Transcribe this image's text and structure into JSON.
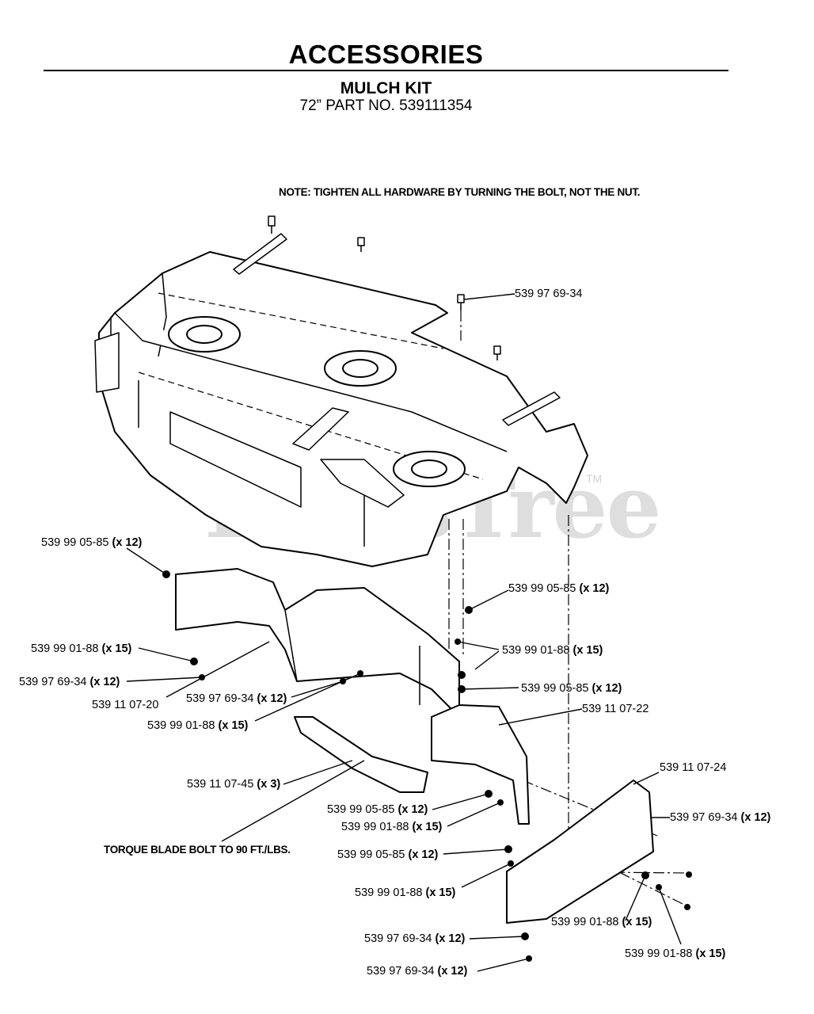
{
  "header": {
    "title": "ACCESSORIES",
    "subtitle": "MULCH KIT",
    "part_no": "72” PART NO. 539111354"
  },
  "note": "NOTE: TIGHTEN ALL HARDWARE BY TURNING THE BOLT, NOT THE NUT.",
  "torque_note": "TORQUE BLADE BOLT TO 90 FT./LBS.",
  "watermark": {
    "text": "PartsTree",
    "tm": "TM"
  },
  "callouts": [
    {
      "id": "c1",
      "part": "539 97 69-34",
      "qty": ""
    },
    {
      "id": "c2",
      "part": "539 99 05-85",
      "qty": "(x 12)"
    },
    {
      "id": "c3",
      "part": "539 99 05-85",
      "qty": "(x 12)"
    },
    {
      "id": "c4",
      "part": "539 99 01-88",
      "qty": "(x 15)"
    },
    {
      "id": "c5",
      "part": "539 99 01-88",
      "qty": "(x 15)"
    },
    {
      "id": "c6",
      "part": "539 97 69-34",
      "qty": "(x 12)"
    },
    {
      "id": "c7",
      "part": "539 99 05-85",
      "qty": "(x 12)"
    },
    {
      "id": "c8",
      "part": "539 11 07-20",
      "qty": ""
    },
    {
      "id": "c9",
      "part": "539 97 69-34",
      "qty": "(x 12)"
    },
    {
      "id": "c10",
      "part": "539 11 07-22",
      "qty": ""
    },
    {
      "id": "c11",
      "part": "539 99 01-88",
      "qty": "(x 15)"
    },
    {
      "id": "c12",
      "part": "539 11 07-45",
      "qty": "(x 3)"
    },
    {
      "id": "c13",
      "part": "539 11 07-24",
      "qty": ""
    },
    {
      "id": "c14",
      "part": "539 99 05-85",
      "qty": "(x 12)"
    },
    {
      "id": "c15",
      "part": "539 97 69-34",
      "qty": "(x 12)"
    },
    {
      "id": "c16",
      "part": "539 99 01-88",
      "qty": "(x 15)"
    },
    {
      "id": "c17",
      "part": "539 99 05-85",
      "qty": "(x 12)"
    },
    {
      "id": "c18",
      "part": "539 99 01-88",
      "qty": "(x 15)"
    },
    {
      "id": "c19",
      "part": "539 99 01-88",
      "qty": "(x 15)"
    },
    {
      "id": "c20",
      "part": "539 97 69-34",
      "qty": "(x 12)"
    },
    {
      "id": "c21",
      "part": "539 99 01-88",
      "qty": "(x 15)"
    },
    {
      "id": "c22",
      "part": "539 97 69-34",
      "qty": "(x 12)"
    }
  ]
}
